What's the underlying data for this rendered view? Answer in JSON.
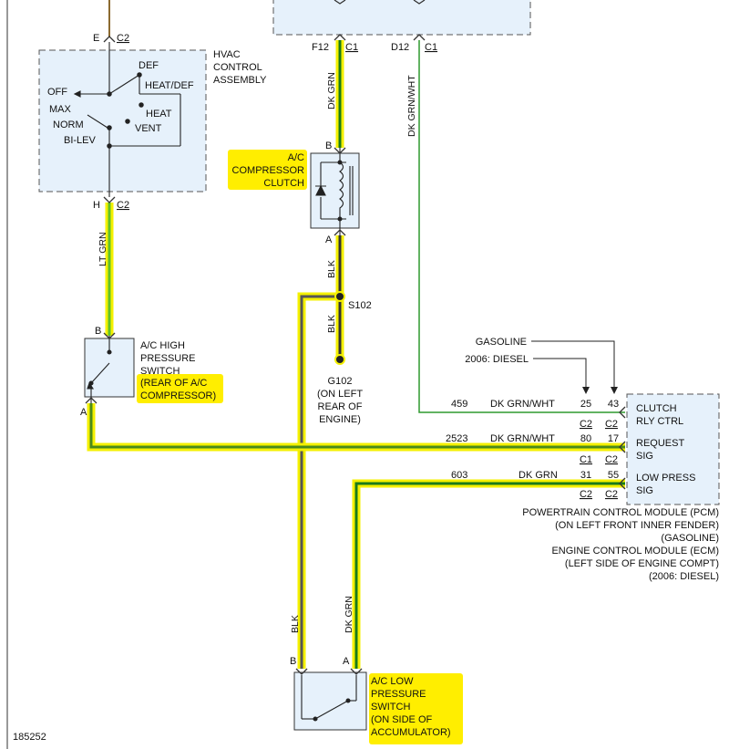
{
  "colors": {
    "module_fill": "#e6f1fb",
    "highlight": "#ffee00",
    "wire_green": "#1a7a1a",
    "wire_black": "#333333",
    "wire_yellow": "#f4f000",
    "wire_brown": "#8b6a30"
  },
  "hvac": {
    "title": [
      "HVAC",
      "CONTROL",
      "ASSEMBLY"
    ],
    "top_pin": "E",
    "top_conn": "C2",
    "bottom_pin": "H",
    "bottom_conn": "C2",
    "modes": {
      "def": "DEF",
      "heat_def": "HEAT/DEF",
      "off": "OFF",
      "max": "MAX",
      "norm": "NORM",
      "bilev": "BI-LEV",
      "heat": "HEAT",
      "vent": "VENT"
    }
  },
  "top_module": {
    "pin_left": "F12",
    "conn_left": "C1",
    "pin_right": "D12",
    "conn_right": "C1"
  },
  "wires": {
    "hvac_to_hp": "LT GRN",
    "clutch_feed": "DK GRN",
    "pcm_feed": "DK GRN/WHT",
    "clutch_ground": "BLK",
    "splice_ground": "BLK",
    "lp_b": "BLK",
    "lp_a": "DK GRN"
  },
  "clutch": {
    "label": [
      "A/C",
      "COMPRESSOR",
      "CLUTCH"
    ],
    "pin_top": "B",
    "pin_bottom": "A"
  },
  "splice": {
    "name": "S102"
  },
  "ground": {
    "name": "G102",
    "location": [
      "(ON LEFT",
      "REAR OF",
      "ENGINE)"
    ]
  },
  "hp_switch": {
    "label": [
      "A/C HIGH",
      "PRESSURE",
      "SWITCH"
    ],
    "location": [
      "(REAR OF A/C",
      "COMPRESSOR)"
    ],
    "pin_top": "B",
    "pin_bottom": "A"
  },
  "lp_switch": {
    "label": [
      "A/C LOW",
      "PRESSURE",
      "SWITCH"
    ],
    "location": [
      "(ON SIDE OF",
      "ACCUMULATOR)"
    ],
    "pin_b": "B",
    "pin_a": "A"
  },
  "variants": {
    "gasoline": "GASOLINE",
    "diesel": "2006: DIESEL"
  },
  "pcm_circuits": [
    {
      "circuit": "459",
      "color": "DK GRN/WHT",
      "pin_diesel": "25",
      "pin_gas": "43",
      "conn_diesel": "C2",
      "conn_gas": "C2",
      "function": [
        "CLUTCH",
        "RLY CTRL"
      ]
    },
    {
      "circuit": "2523",
      "color": "DK GRN/WHT",
      "pin_diesel": "80",
      "pin_gas": "17",
      "conn_diesel": "C1",
      "conn_gas": "C2",
      "function": [
        "REQUEST",
        "SIG"
      ]
    },
    {
      "circuit": "603",
      "color": "DK GRN",
      "pin_diesel": "31",
      "pin_gas": "55",
      "conn_diesel": "C2",
      "conn_gas": "C2",
      "function": [
        "LOW PRESS",
        "SIG"
      ]
    }
  ],
  "pcm_caption": [
    "POWERTRAIN CONTROL MODULE (PCM)",
    "(ON LEFT FRONT INNER FENDER)",
    "(GASOLINE)",
    "ENGINE CONTROL MODULE (ECM)",
    "(LEFT SIDE OF ENGINE COMPT)",
    "(2006: DIESEL)"
  ],
  "figure_id": "185252"
}
